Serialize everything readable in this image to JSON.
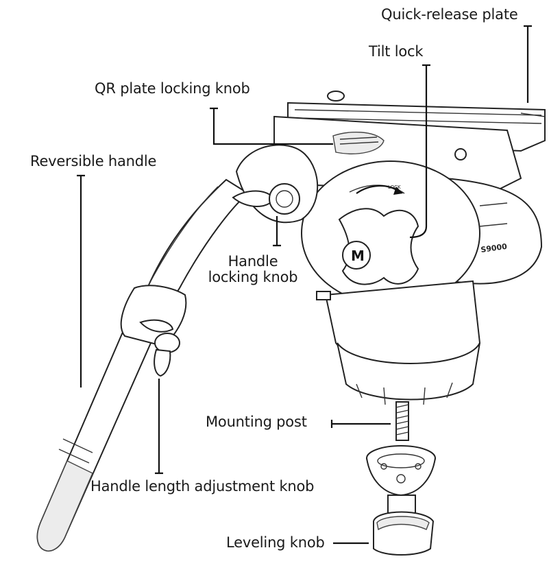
{
  "callouts": {
    "quick_release_plate": "Quick-release plate",
    "tilt_lock": "Tilt lock",
    "qr_plate_locking_knob": "QR plate locking knob",
    "reversible_handle": "Reversible handle",
    "handle_locking_knob_line1": "Handle",
    "handle_locking_knob_line2": "locking knob",
    "mounting_post": "Mounting post",
    "handle_length_adjustment_knob": "Handle length adjustment knob",
    "leveling_knob": "Leveling knob"
  },
  "device_marks": {
    "lock_arrow_text": "LOCK",
    "brand_badge": "M",
    "model": "S9000"
  }
}
